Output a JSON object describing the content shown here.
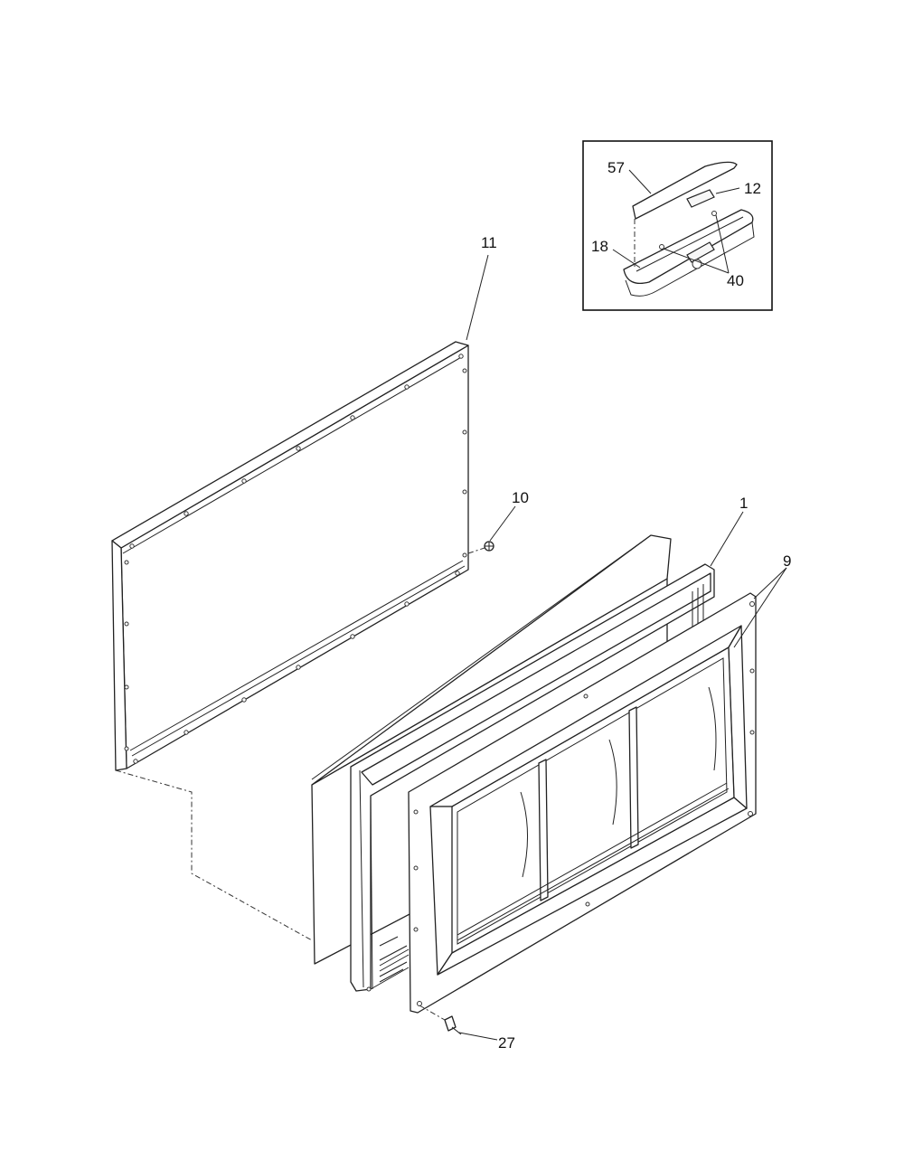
{
  "callouts": {
    "c57": "57",
    "c12": "12",
    "c18": "18",
    "c40": "40",
    "c11": "11",
    "c10": "10",
    "c1": "1",
    "c9": "9",
    "c27": "27"
  },
  "colors": {
    "line": "#222222",
    "background": "#ffffff"
  }
}
